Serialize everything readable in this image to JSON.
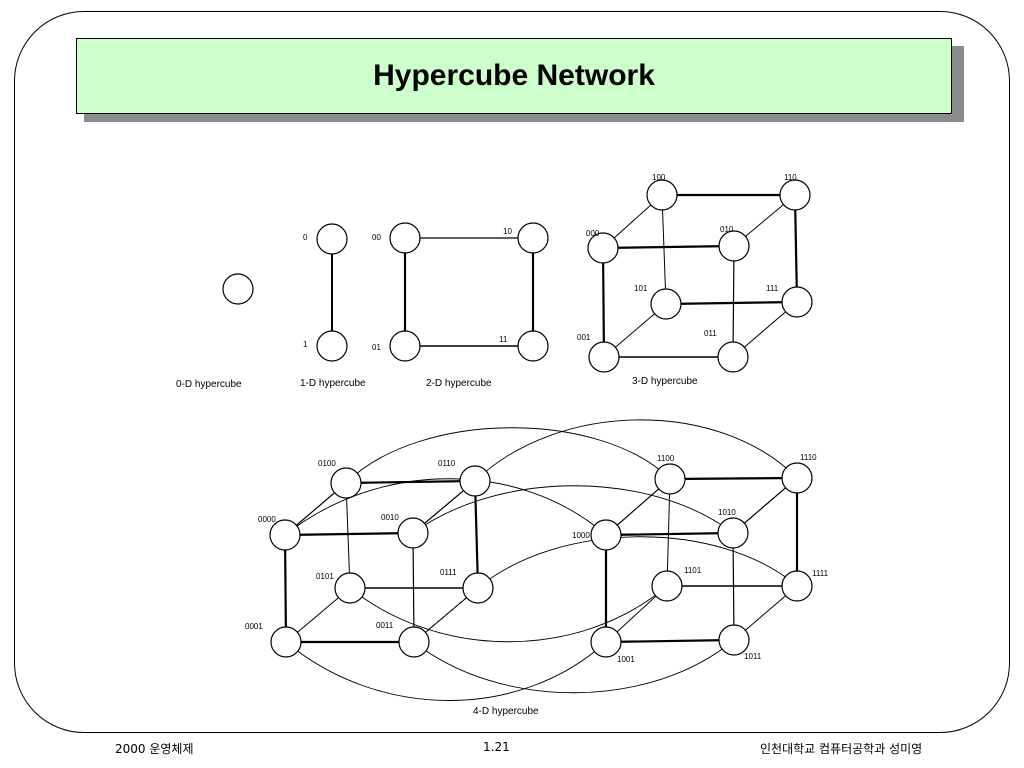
{
  "slide": {
    "title": "Hypercube Network"
  },
  "footer": {
    "left": "2000 운영체제",
    "center": "1.21",
    "right": "인천대학교 컴퓨터공학과 성미영"
  },
  "captions": {
    "d0": "0-D hypercube",
    "d1": "1-D hypercube",
    "d2": "2-D hypercube",
    "d3": "3-D hypercube",
    "d4": "4-D hypercube"
  },
  "labels": {
    "d1": [
      "0",
      "1"
    ],
    "d2": [
      "00",
      "10",
      "01",
      "11"
    ],
    "d3": [
      "100",
      "110",
      "000",
      "010",
      "101",
      "111",
      "001",
      "011"
    ],
    "d4": [
      "0100",
      "0110",
      "0000",
      "0010",
      "0101",
      "0111",
      "0001",
      "0011",
      "1100",
      "1110",
      "1000",
      "1010",
      "1101",
      "1111",
      "1001",
      "1011"
    ]
  }
}
